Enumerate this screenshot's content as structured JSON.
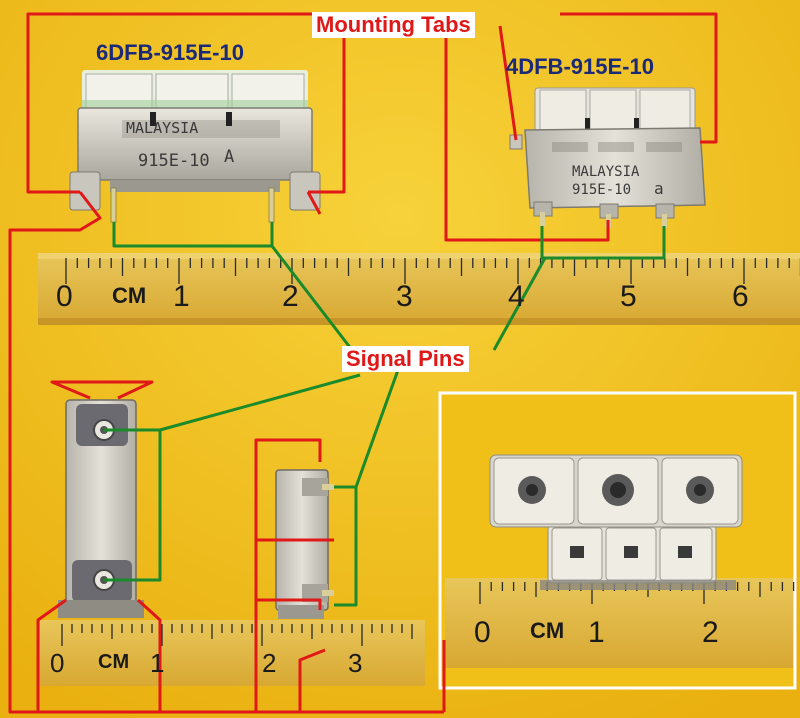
{
  "labels": {
    "mounting_tabs": "Mounting Tabs",
    "signal_pins": "Signal Pins",
    "part_a": "6DFB-915E-10",
    "part_b": "4DFB-915E-10"
  },
  "markings": {
    "a_line1": "MALAYSIA",
    "a_line2": "915E-10",
    "a_suffix": "A",
    "b_line1": "MALAYSIA",
    "b_line2": "915E-10",
    "b_suffix": "a"
  },
  "rulers": {
    "top": {
      "unit": "CM",
      "ticks": [
        "0",
        "1",
        "2",
        "3",
        "4",
        "5",
        "6"
      ]
    },
    "bottom_left": {
      "unit": "CM",
      "ticks": [
        "0",
        "1",
        "2",
        "3"
      ]
    },
    "bottom_right": {
      "unit": "CM",
      "ticks": [
        "0",
        "1",
        "2"
      ]
    }
  },
  "colors": {
    "background": "#f2c21a",
    "callout_red": "#e01818",
    "pin_green": "#1a8a2a",
    "part_label_blue": "#1a2a78"
  }
}
